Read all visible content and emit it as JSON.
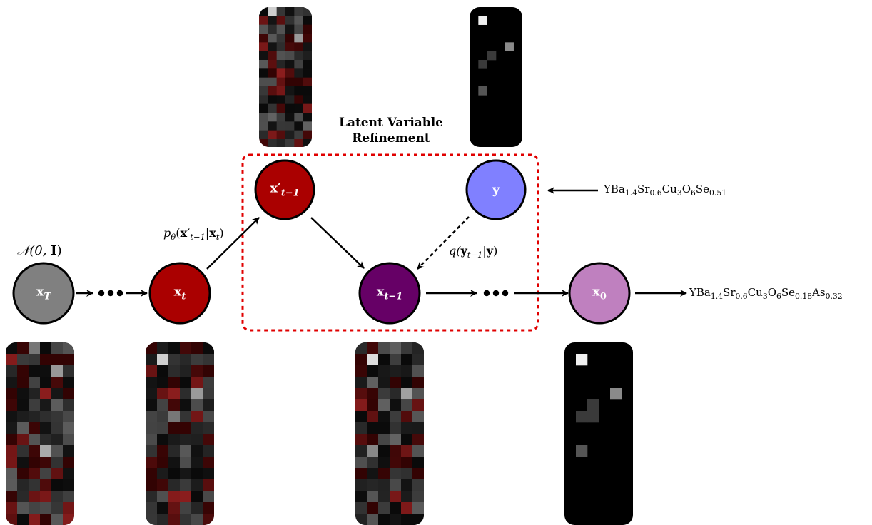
{
  "title_line1": "Latent Variable",
  "title_line2": "Refinement",
  "prior": {
    "prefix": "𝒩(0, ",
    "bold": "I",
    "suffix": ")"
  },
  "nodes": {
    "xT": {
      "base": "x",
      "sub": "T",
      "color": "#808080"
    },
    "xt": {
      "base": "x",
      "sub": "t",
      "color": "#aa0000"
    },
    "xprime": {
      "base": "x′",
      "sub": "t−1",
      "color": "#aa0000"
    },
    "y": {
      "base": "y",
      "color": "#8080ff"
    },
    "xtm1": {
      "base": "x",
      "sub": "t−1",
      "color": "#660066"
    },
    "x0": {
      "base": "x",
      "sub": "0",
      "color": "#bf80bf"
    }
  },
  "edges": {
    "p_label": {
      "pre": "p",
      "theta": "θ",
      "open": "(",
      "a": "x′",
      "a_sub": "t−1",
      "bar": "|",
      "b": "x",
      "b_sub": "t",
      "close": ")"
    },
    "q_label": {
      "pre": "q(",
      "a": "y",
      "a_sub": "t−1",
      "bar": "|",
      "b": "y",
      "close": ")"
    }
  },
  "formulas": {
    "input": [
      {
        "t": "YBa"
      },
      {
        "s": "1.4"
      },
      {
        "t": "Sr"
      },
      {
        "s": "0.6"
      },
      {
        "t": "Cu"
      },
      {
        "s": "3"
      },
      {
        "t": "O"
      },
      {
        "s": "6"
      },
      {
        "t": "Se"
      },
      {
        "s": "0.51"
      }
    ],
    "output": [
      {
        "t": "YBa"
      },
      {
        "s": "1.4"
      },
      {
        "t": "Sr"
      },
      {
        "s": "0.6"
      },
      {
        "t": "Cu"
      },
      {
        "s": "3"
      },
      {
        "t": "O"
      },
      {
        "s": "6"
      },
      {
        "t": "Se"
      },
      {
        "s": "0.18"
      },
      {
        "t": "As"
      },
      {
        "s": "0.32"
      }
    ]
  },
  "colors": {
    "dashed_box": "#e00000",
    "edge": "#000000"
  }
}
